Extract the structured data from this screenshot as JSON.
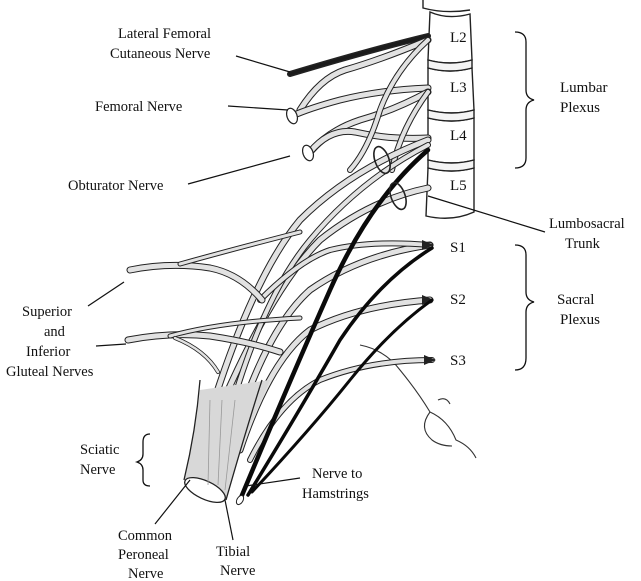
{
  "roots": {
    "lumbar": [
      "L2",
      "L3",
      "L4",
      "L5"
    ],
    "sacral": [
      "S1",
      "S2",
      "S3"
    ]
  },
  "groups": {
    "lumbar_plexus": [
      "Lumbar",
      "Plexus"
    ],
    "sacral_plexus": [
      "Sacral",
      "Plexus"
    ]
  },
  "labels": {
    "lateral_femoral_cutaneous": [
      "Lateral Femoral",
      "Cutaneous Nerve"
    ],
    "femoral": [
      "Femoral Nerve"
    ],
    "obturator": [
      "Obturator Nerve"
    ],
    "lumbosacral_trunk": [
      "Lumbosacral",
      "Trunk"
    ],
    "gluteal": [
      "Superior",
      "and",
      "Inferior",
      "Gluteal Nerves"
    ],
    "sciatic": [
      "Sciatic",
      "Nerve"
    ],
    "hamstrings": [
      "Nerve to",
      "Hamstrings"
    ],
    "common_peroneal": [
      "Common",
      "Peroneal",
      "Nerve"
    ],
    "tibial": [
      "Tibial",
      "Nerve"
    ]
  },
  "colors": {
    "ink": "#111111",
    "nerve_fill": "#dcdcdc",
    "sciatic_shade": "#c8c8c8",
    "hamstring_nerve": "#0a0a0a"
  }
}
